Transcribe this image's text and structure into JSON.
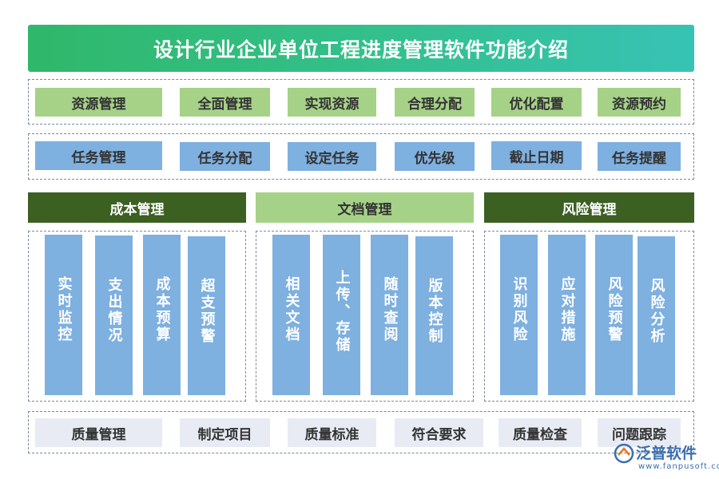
{
  "title": "设计行业企业单位工程进度管理软件功能介绍",
  "row1": [
    "资源管理",
    "全面管理",
    "实现资源",
    "合理分配",
    "优化配置",
    "资源预约"
  ],
  "row2": [
    "任务管理",
    "任务分配",
    "设定任务",
    "优先级",
    "截止日期",
    "任务提醒"
  ],
  "sections": [
    {
      "header": "成本管理",
      "columns": [
        "实时监控",
        "支出情况",
        "成本预算",
        "超支预警"
      ]
    },
    {
      "header": "文档管理",
      "columns": [
        "相关文档",
        "上传、存储",
        "随时查阅",
        "版本控制"
      ]
    },
    {
      "header": "风险管理",
      "columns": [
        "识别风险",
        "应对措施",
        "风险预警",
        "风险分析"
      ]
    }
  ],
  "row3": [
    "质量管理",
    "制定项目",
    "质量标准",
    "符合要求",
    "质量检查",
    "问题跟踪"
  ],
  "brand": {
    "name": "泛普软件",
    "url": "www.fanpusoft.com"
  },
  "colors": {
    "title_gradient_start": "#2fb86a",
    "title_gradient_end": "#37c3b4",
    "green": "#a6d288",
    "blue": "#7eb0e0",
    "dark_green": "#3c5f22",
    "lavender": "#e9ebf4"
  }
}
